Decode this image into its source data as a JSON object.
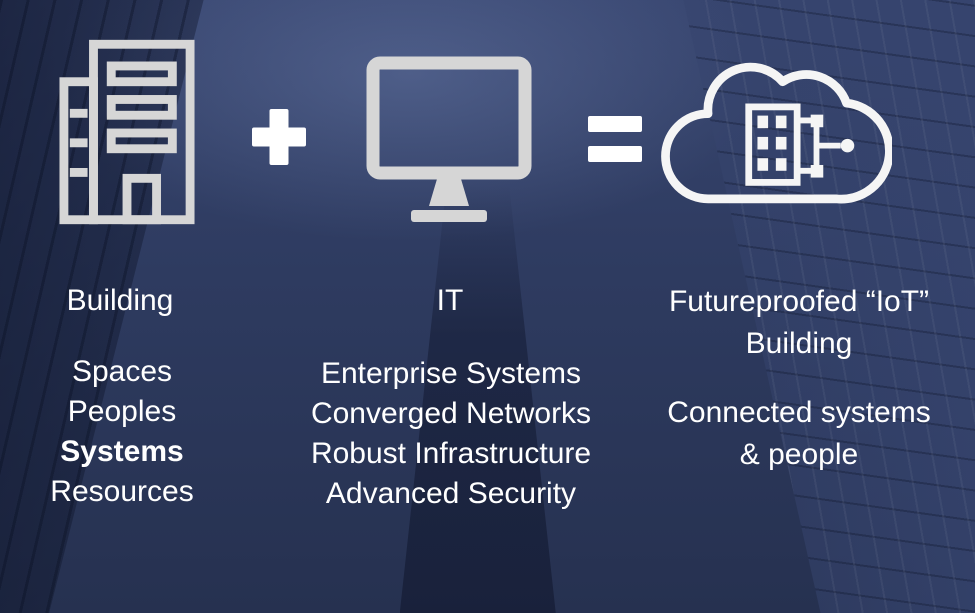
{
  "slide": {
    "colors": {
      "bg": "#2e3b60",
      "icon": "#d6d6d6",
      "cloud": "#f5f5f5",
      "text": "#ffffff"
    },
    "building": {
      "icon": "building-icon",
      "title": "Building",
      "items": [
        "Spaces",
        "Peoples",
        "Systems",
        "Resources"
      ]
    },
    "operator_plus": {
      "icon": "plus-icon",
      "meaning": "+"
    },
    "it": {
      "icon": "monitor-icon",
      "title": "IT",
      "items": [
        "Enterprise Systems",
        "Converged Networks",
        "Robust Infrastructure",
        "Advanced Security"
      ]
    },
    "operator_equals": {
      "icon": "equals-icon",
      "meaning": "="
    },
    "iot": {
      "icon": "cloud-building-icon",
      "title_lines": [
        "Futureproofed “IoT”",
        "Building"
      ],
      "items_lines": [
        "Connected systems",
        "& people"
      ]
    }
  }
}
